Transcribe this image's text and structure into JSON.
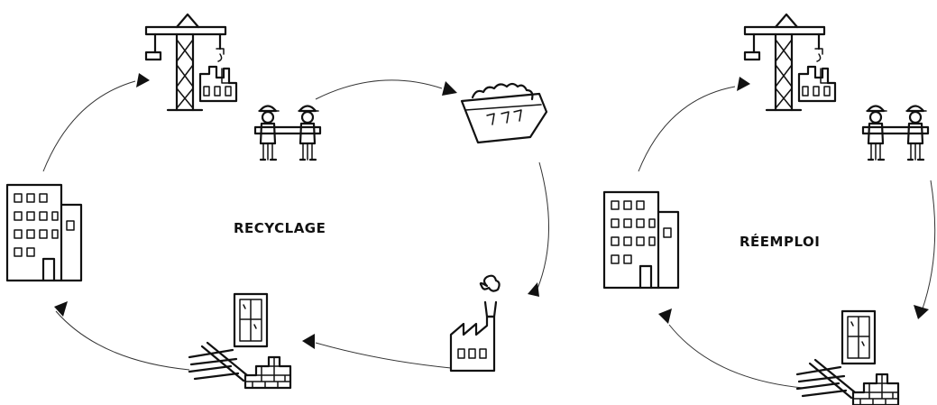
{
  "cycles": [
    {
      "label": "RECYCLAGE",
      "steps": [
        "construction",
        "dechets",
        "usine",
        "materiaux",
        "batiment"
      ]
    },
    {
      "label": "RÉEMPLOI",
      "steps": [
        "construction",
        "materiaux",
        "batiment"
      ]
    }
  ],
  "colors": {
    "ink": "#111111",
    "background": "#ffffff"
  }
}
